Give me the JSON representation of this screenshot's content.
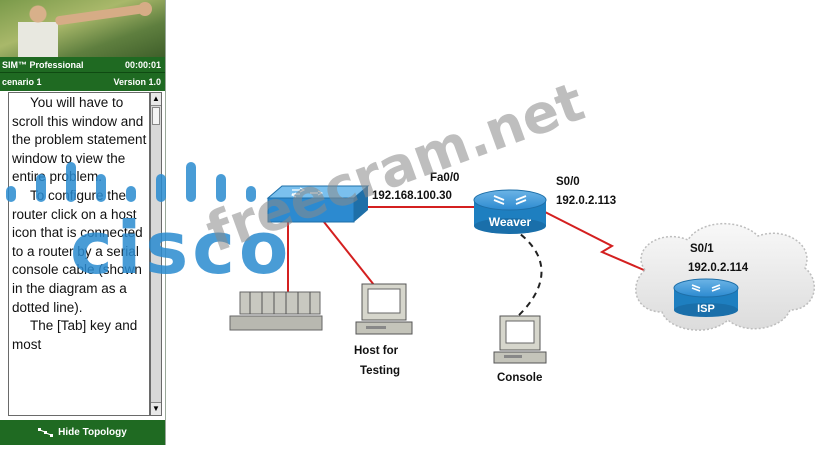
{
  "sim": {
    "product_title": "SIM™ Professional",
    "timer": "00:00:01",
    "scenario": "cenario 1",
    "version": "Version 1.0",
    "problem_text_1": "You will have to scroll this window and the problem statement window to view the entire problem.",
    "problem_text_2": "To configure the router click on a host icon that is connected to a router by a serial console cable (shown in the diagram as a dotted line).",
    "problem_text_3": "The [Tab] key and most",
    "hide_topology_label": "Hide Topology"
  },
  "topology": {
    "router_weaver_name": "Weaver",
    "router_isp_name": "ISP",
    "fa00_label": "Fa0/0",
    "fa00_ip": "192.168.100.30",
    "s00_label": "S0/0",
    "s00_ip": "192.0.2.113",
    "s01_label": "S0/1",
    "s01_ip": "192.0.2.114",
    "host_testing_line1": "Host for",
    "host_testing_line2": "Testing",
    "console_label": "Console"
  },
  "watermarks": {
    "cisco_text": "cisco",
    "freecram_text": "freecram.net"
  },
  "colors": {
    "sim_green": "#1f6a22",
    "link_red": "#d42020",
    "device_blue": "#1e7fc0",
    "watermark_blue": "#2a8bd0",
    "watermark_gray": "#8a8a8a"
  }
}
